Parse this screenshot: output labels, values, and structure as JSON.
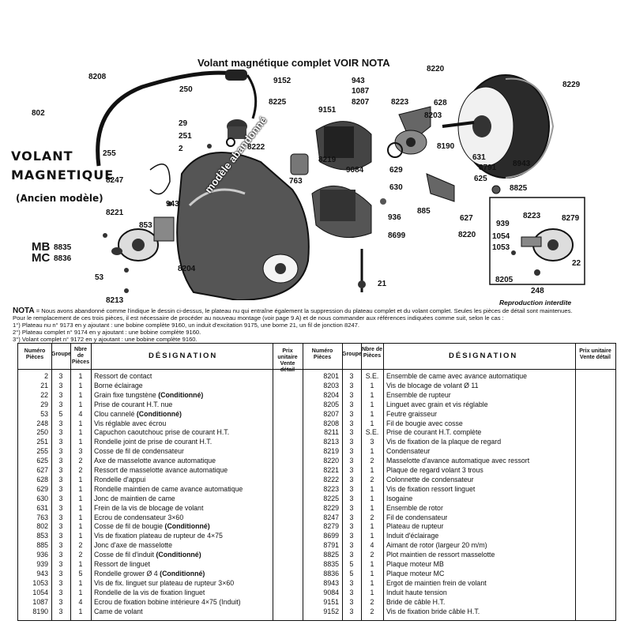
{
  "header": {
    "title": "Volant magnétique complet VOIR NOTA",
    "side_title_1": "VOLANT",
    "side_title_2": "MAGNETIQUE",
    "side_subtitle": "(Ancien modèle)",
    "mb": "MB",
    "mc": "MC",
    "mb_num": "8835",
    "mc_num": "8836",
    "stamp": "modèle abandonné",
    "repro": "Reproduction interdite"
  },
  "callouts": [
    "8208",
    "802",
    "250",
    "29",
    "251",
    "2",
    "255",
    "8247",
    "943",
    "8221",
    "853",
    "8204",
    "53",
    "8213",
    "9152",
    "943",
    "1087",
    "9151",
    "8225",
    "8207",
    "8223",
    "8220",
    "8222",
    "8219",
    "9084",
    "763",
    "629",
    "630",
    "631",
    "8791",
    "8190",
    "628",
    "8203",
    "625",
    "8229",
    "8943",
    "936",
    "8699",
    "885",
    "627",
    "8220",
    "8825",
    "21",
    "939",
    "8223",
    "8279",
    "1054",
    "1053",
    "8205",
    "248",
    "22"
  ],
  "nota": {
    "label": "NOTA",
    "line1": "= Nous avons abandonné comme l'indique le dessin ci-dessus, le plateau nu qui entraîne également la suppression du plateau complet et du volant complet. Seules les pièces de détail sont maintenues.",
    "line2": "Pour le remplacement de ces trois pièces, il est nécessaire de procéder au nouveau montage (voir page 9 A) et de nous commander aux références indiquées comme suit, selon le cas :",
    "line3": "1°) Plateau nu n° 9173 en y ajoutant : une bobine complète 9160, un induit d'excitation 9175, une borne 21, un fil de jonction 8247.",
    "line4": "2°) Plateau complet n° 9174 en y ajoutant : une bobine complète 9160.",
    "line5": "3°) Volant complet n° 9172 en y ajoutant : une bobine complète 9160."
  },
  "table": {
    "headers": {
      "numero": "Numéro Pièces",
      "groupe": "Groupe",
      "nbre": "Nbre de Pièces",
      "designation": "DÉSIGNATION",
      "prix": "Prix unitaire Vente détail"
    },
    "left": [
      [
        "2",
        "3",
        "1",
        "Ressort de contact",
        ""
      ],
      [
        "21",
        "3",
        "1",
        "Borne éclairage",
        ""
      ],
      [
        "22",
        "3",
        "1",
        "Grain fixe tungstène",
        "(Conditionné)"
      ],
      [
        "29",
        "3",
        "1",
        "Prise de courant H.T. nue",
        ""
      ],
      [
        "53",
        "5",
        "4",
        "Clou cannelé",
        "(Conditionné)"
      ],
      [
        "248",
        "3",
        "1",
        "Vis réglable avec écrou",
        ""
      ],
      [
        "250",
        "3",
        "1",
        "Capuchon caoutchouc prise de courant H.T.",
        ""
      ],
      [
        "251",
        "3",
        "1",
        "Rondelle joint de prise de courant H.T.",
        ""
      ],
      [
        "255",
        "3",
        "3",
        "Cosse de fil de condensateur",
        ""
      ],
      [
        "625",
        "3",
        "2",
        "Axe de masselotte avance automatique",
        ""
      ],
      [
        "627",
        "3",
        "2",
        "Ressort de masselotte avance automatique",
        ""
      ],
      [
        "628",
        "3",
        "1",
        "Rondelle d'appui",
        ""
      ],
      [
        "629",
        "3",
        "1",
        "Rondelle maintien de came avance automatique",
        ""
      ],
      [
        "630",
        "3",
        "1",
        "Jonc de maintien de came",
        ""
      ],
      [
        "631",
        "3",
        "1",
        "Frein de la vis de blocage de volant",
        ""
      ],
      [
        "763",
        "3",
        "1",
        "Ecrou de condensateur 3×60",
        ""
      ],
      [
        "802",
        "3",
        "1",
        "Cosse de fil de bougie",
        "(Conditionné)"
      ],
      [
        "853",
        "3",
        "1",
        "Vis de fixation plateau de rupteur de 4×75",
        ""
      ],
      [
        "885",
        "3",
        "2",
        "Jonc d'axe de masselotte",
        ""
      ],
      [
        "936",
        "3",
        "2",
        "Cosse de fil d'induit",
        "(Conditionné)"
      ],
      [
        "939",
        "3",
        "1",
        "Ressort de linguet",
        ""
      ],
      [
        "943",
        "3",
        "5",
        "Rondelle grower Ø 4",
        "(Conditionné)"
      ],
      [
        "1053",
        "3",
        "1",
        "Vis de fix. linguet sur plateau de rupteur 3×60",
        ""
      ],
      [
        "1054",
        "3",
        "1",
        "Rondelle de la vis de fixation linguet",
        ""
      ],
      [
        "1087",
        "3",
        "4",
        "Ecrou de fixation bobine intérieure 4×75 (Induit)",
        ""
      ],
      [
        "8190",
        "3",
        "1",
        "Came de volant",
        ""
      ]
    ],
    "right": [
      [
        "8201",
        "3",
        "S.E.",
        "Ensemble de came avec avance automatique",
        ""
      ],
      [
        "8203",
        "3",
        "1",
        "Vis de blocage de volant Ø 11",
        ""
      ],
      [
        "8204",
        "3",
        "1",
        "Ensemble de rupteur",
        ""
      ],
      [
        "8205",
        "3",
        "1",
        "Linguet avec grain et vis réglable",
        ""
      ],
      [
        "8207",
        "3",
        "1",
        "Feutre graisseur",
        ""
      ],
      [
        "8208",
        "3",
        "1",
        "Fil de bougie avec cosse",
        ""
      ],
      [
        "8211",
        "3",
        "S.E.",
        "Prise de courant H.T. complète",
        ""
      ],
      [
        "8213",
        "3",
        "3",
        "Vis de fixation de la plaque de regard",
        ""
      ],
      [
        "8219",
        "3",
        "1",
        "Condensateur",
        ""
      ],
      [
        "8220",
        "3",
        "2",
        "Masselotte d'avance automatique avec ressort",
        ""
      ],
      [
        "8221",
        "3",
        "1",
        "Plaque de regard volant 3 trous",
        ""
      ],
      [
        "8222",
        "3",
        "2",
        "Colonnette de condensateur",
        ""
      ],
      [
        "8223",
        "3",
        "1",
        "Vis de fixation ressort linguet",
        ""
      ],
      [
        "8225",
        "3",
        "1",
        "Isogaine",
        ""
      ],
      [
        "8229",
        "3",
        "1",
        "Ensemble de rotor",
        ""
      ],
      [
        "8247",
        "3",
        "2",
        "Fil de condensateur",
        ""
      ],
      [
        "8279",
        "3",
        "1",
        "Plateau de rupteur",
        ""
      ],
      [
        "8699",
        "3",
        "1",
        "Induit d'éclairage",
        ""
      ],
      [
        "8791",
        "3",
        "4",
        "Aimant de rotor (largeur 20 m/m)",
        ""
      ],
      [
        "8825",
        "3",
        "2",
        "Plot maintien de ressort masselotte",
        ""
      ],
      [
        "8835",
        "5",
        "1",
        "Plaque moteur MB",
        ""
      ],
      [
        "8836",
        "5",
        "1",
        "Plaque moteur MC",
        ""
      ],
      [
        "8943",
        "3",
        "1",
        "Ergot de maintien frein de volant",
        ""
      ],
      [
        "9084",
        "3",
        "1",
        "Induit haute tension",
        ""
      ],
      [
        "9151",
        "3",
        "2",
        "Bride de câble H.T.",
        ""
      ],
      [
        "9152",
        "3",
        "2",
        "Vis de fixation bride câble H.T.",
        ""
      ]
    ]
  }
}
